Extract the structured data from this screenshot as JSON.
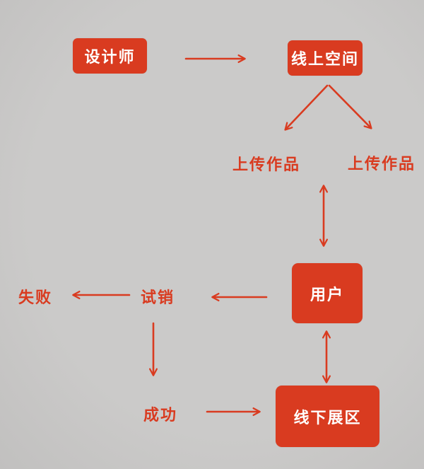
{
  "colors": {
    "background": "#cbcac9",
    "background_edge": "#c1c0bf",
    "accent": "#d93b20",
    "box_text": "#ffffff"
  },
  "nodes": {
    "designer": {
      "label": "设计师"
    },
    "online_space": {
      "label": "线上空间"
    },
    "upload_left": {
      "label": "上传作品"
    },
    "upload_right": {
      "label": "上传作品"
    },
    "user": {
      "label": "用户"
    },
    "fail": {
      "label": "失败"
    },
    "trial": {
      "label": "试销"
    },
    "success": {
      "label": "成功"
    },
    "offline_area": {
      "label": "线下展区"
    }
  },
  "edges": [
    {
      "from": "designer",
      "to": "online_space",
      "direction": "single"
    },
    {
      "from": "online_space",
      "to": "upload_left",
      "direction": "single"
    },
    {
      "from": "online_space",
      "to": "upload_right",
      "direction": "single"
    },
    {
      "from": "upload_left",
      "to": "user",
      "direction": "double"
    },
    {
      "from": "user",
      "to": "trial",
      "direction": "single"
    },
    {
      "from": "trial",
      "to": "fail",
      "direction": "single"
    },
    {
      "from": "trial",
      "to": "success",
      "direction": "single"
    },
    {
      "from": "success",
      "to": "offline_area",
      "direction": "single"
    },
    {
      "from": "user",
      "to": "offline_area",
      "direction": "double"
    }
  ]
}
